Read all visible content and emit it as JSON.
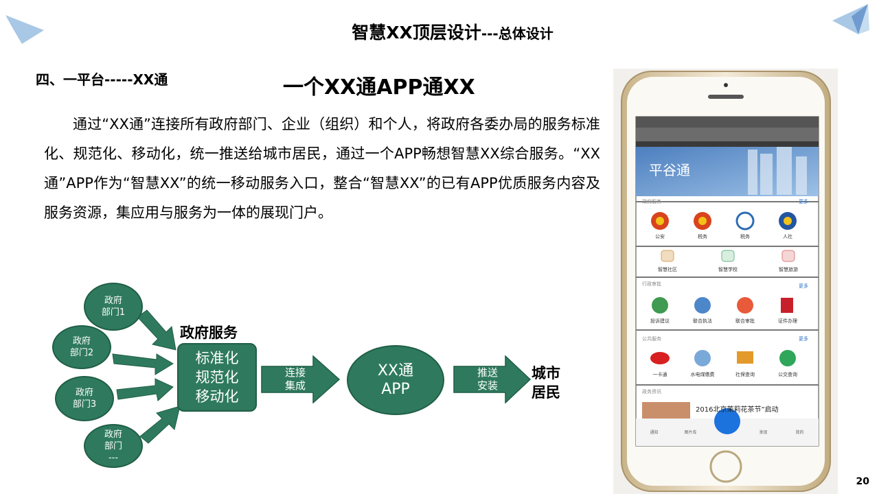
{
  "title": {
    "main": "智慧XX顶层设计",
    "sub": "---总体设计"
  },
  "section_heading": "四、一平台-----XX通",
  "headline": "一个XX通APP通XX",
  "body_text": "通过“XX通”连接所有政府部门、企业（组织）和个人，将政府各委办局的服务标准化、规范化、移动化，统一推送给城市居民，通过一个APP畅想智慧XX综合服务。“XX通”APP作为“智慧XX”的统一移动服务入口，整合“智慧XX”的已有APP优质服务内容及服务资源，集应用与服务为一体的展现门户。",
  "diagram": {
    "departments": [
      {
        "line1": "政府",
        "line2": "部门1",
        "line3": ""
      },
      {
        "line1": "政府",
        "line2": "部门2",
        "line3": ""
      },
      {
        "line1": "政府",
        "line2": "部门3",
        "line3": ""
      },
      {
        "line1": "政府",
        "line2": "部门",
        "line3": "---"
      }
    ],
    "gov_service_label": "政府服务",
    "core": [
      "标准化",
      "规范化",
      "移动化"
    ],
    "arrow1": [
      "连接",
      "集成"
    ],
    "app": [
      "XX通",
      "APP"
    ],
    "arrow2": [
      "推送",
      "安装"
    ],
    "citizen": [
      "城市",
      "居民"
    ]
  },
  "phone": {
    "app_banner_title": "平谷通",
    "sections": [
      {
        "title": "政府服务",
        "more": "更多",
        "items": [
          "公安",
          "税务",
          "税务",
          "人社"
        ]
      },
      {
        "title": "",
        "more": "",
        "items": [
          "智慧社区",
          "智慧学校",
          "智慧旅游"
        ]
      },
      {
        "title": "行政审批",
        "more": "更多",
        "items": [
          "投诉建议",
          "联合执法",
          "联合审批",
          "证件办理"
        ]
      },
      {
        "title": "公共服务",
        "more": "更多",
        "items": [
          "一卡通",
          "水电煤缴费",
          "社保查询",
          "公交查询"
        ]
      }
    ],
    "news_title": "政务资讯",
    "news_item": "2016北京茉莉花茶节”启动",
    "tabs": [
      "通知",
      "图片库",
      "",
      "发现",
      "我的"
    ]
  },
  "page_number": "20",
  "colors": {
    "accent": "#2f7a5e",
    "accent_dark": "#1f5e45",
    "corner": "#8fb6dc"
  }
}
